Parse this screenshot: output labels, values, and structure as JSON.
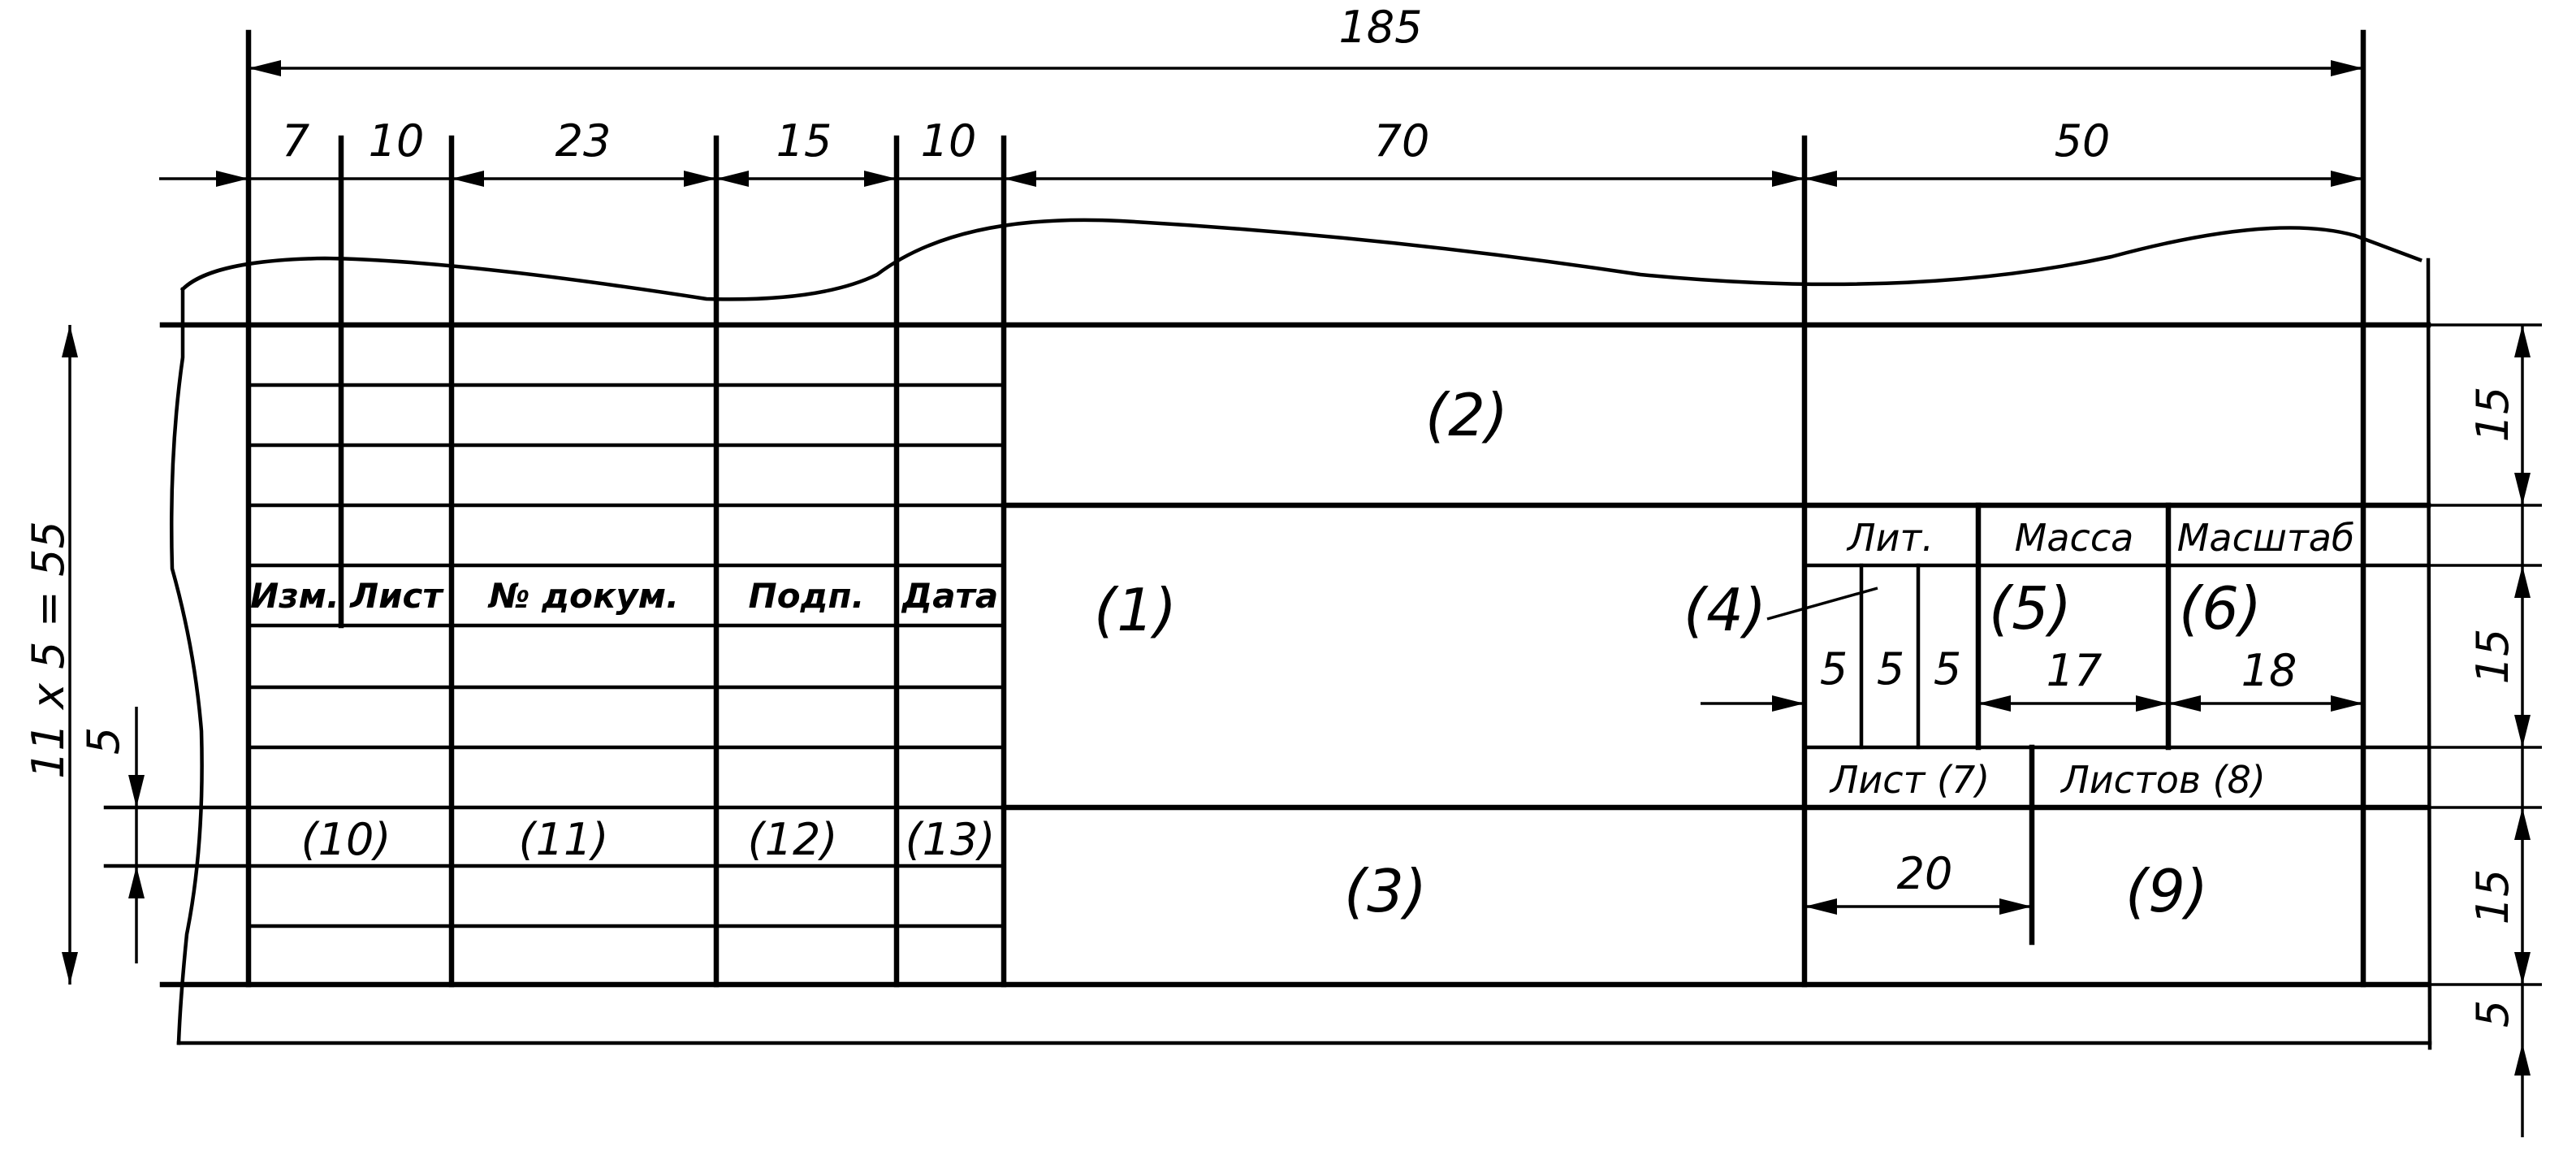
{
  "overall_width_label": "185",
  "column_widths": {
    "c7": "7",
    "c10a": "10",
    "c23": "23",
    "c15": "15",
    "c10b": "10",
    "c70": "70",
    "c50": "50"
  },
  "side_dimensions": {
    "left_total": "11 x 5 = 55",
    "left_row": "5",
    "right_top": "15",
    "right_middle": "15",
    "right_lower": "15",
    "right_bottom": "5"
  },
  "header_labels": {
    "izm": "Изм.",
    "list": "Лист",
    "dokum": "№ докум.",
    "podp": "Подп.",
    "data": "Дата"
  },
  "field_markers": {
    "f1": "(1)",
    "f2": "(2)",
    "f3": "(3)",
    "f4": "(4)",
    "f5": "(5)",
    "f6": "(6)",
    "f9": "(9)",
    "f10": "(10)",
    "f11": "(11)",
    "f12": "(12)",
    "f13": "(13)"
  },
  "right_block": {
    "lit": "Лит.",
    "massa": "Масса",
    "masshtab": "Масштаб",
    "lit_cells": [
      "5",
      "5",
      "5"
    ],
    "w17": "17",
    "w18": "18",
    "sheet": "Лист  (7)",
    "sheets": "Листов  (8)",
    "w20": "20"
  }
}
